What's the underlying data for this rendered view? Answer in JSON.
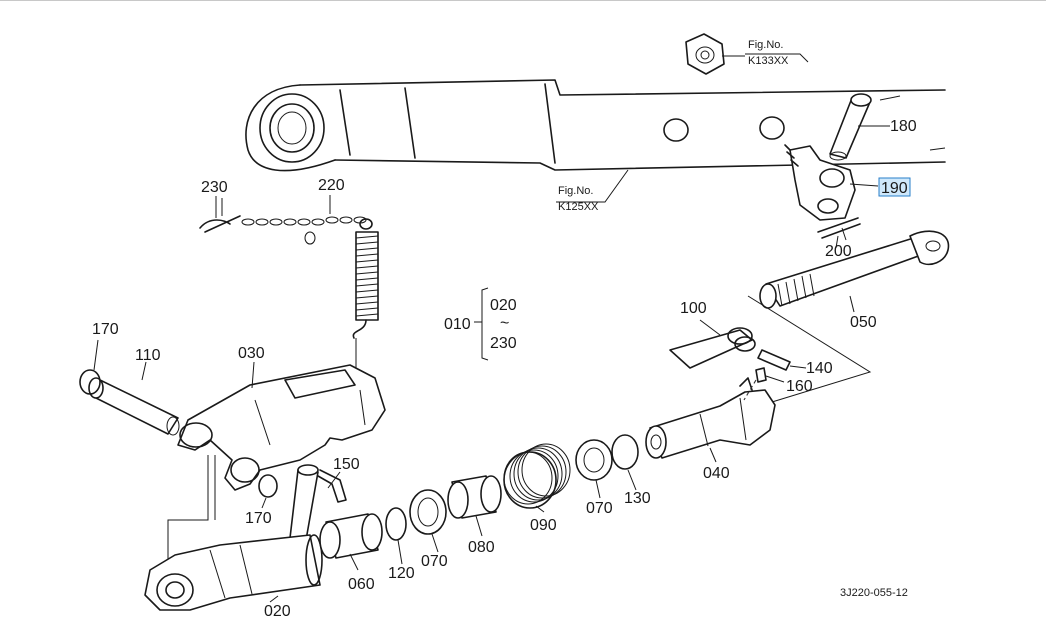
{
  "figure_refs": [
    {
      "label": "Fig.No.",
      "code": "K133XX"
    },
    {
      "label": "Fig.No.",
      "code": "K125XX"
    }
  ],
  "callouts": {
    "p010": "010",
    "p020_range_start": "020",
    "p020_range_tilde": "~",
    "p020_range_end": "230",
    "p020": "020",
    "p030": "030",
    "p040": "040",
    "p050": "050",
    "p060": "060",
    "p070a": "070",
    "p070b": "070",
    "p080": "080",
    "p090": "090",
    "p100": "100",
    "p110": "110",
    "p120": "120",
    "p130": "130",
    "p140": "140",
    "p150": "150",
    "p160": "160",
    "p170a": "170",
    "p170b": "170",
    "p180": "180",
    "p190": "190",
    "p200": "200",
    "p220": "220",
    "p230": "230"
  },
  "selected_callout": "190",
  "drawing_code": "3J220-055-12",
  "colors": {
    "line": "#1a1a1a",
    "highlight_fill": "#cfe8fb",
    "highlight_border": "#2a7fc9"
  }
}
